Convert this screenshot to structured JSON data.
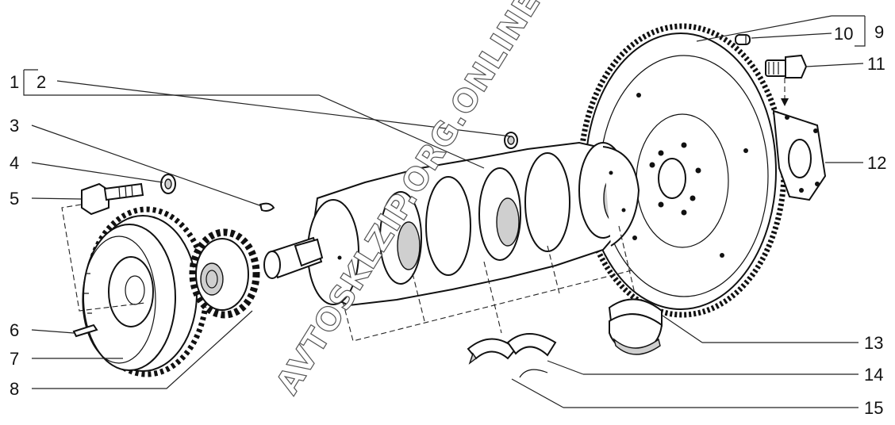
{
  "callouts": {
    "c1": "1",
    "c2": "2",
    "c3": "3",
    "c4": "4",
    "c5": "5",
    "c6": "6",
    "c7": "7",
    "c8": "8",
    "c9": "9",
    "c10": "10",
    "c11": "11",
    "c12": "12",
    "c13": "13",
    "c14": "14",
    "c15": "15"
  },
  "watermark": "AVTOSKLZIP.ORG.ONLINE",
  "colors": {
    "ink": "#111111",
    "background": "#ffffff",
    "shade": "#cfcfcf"
  }
}
